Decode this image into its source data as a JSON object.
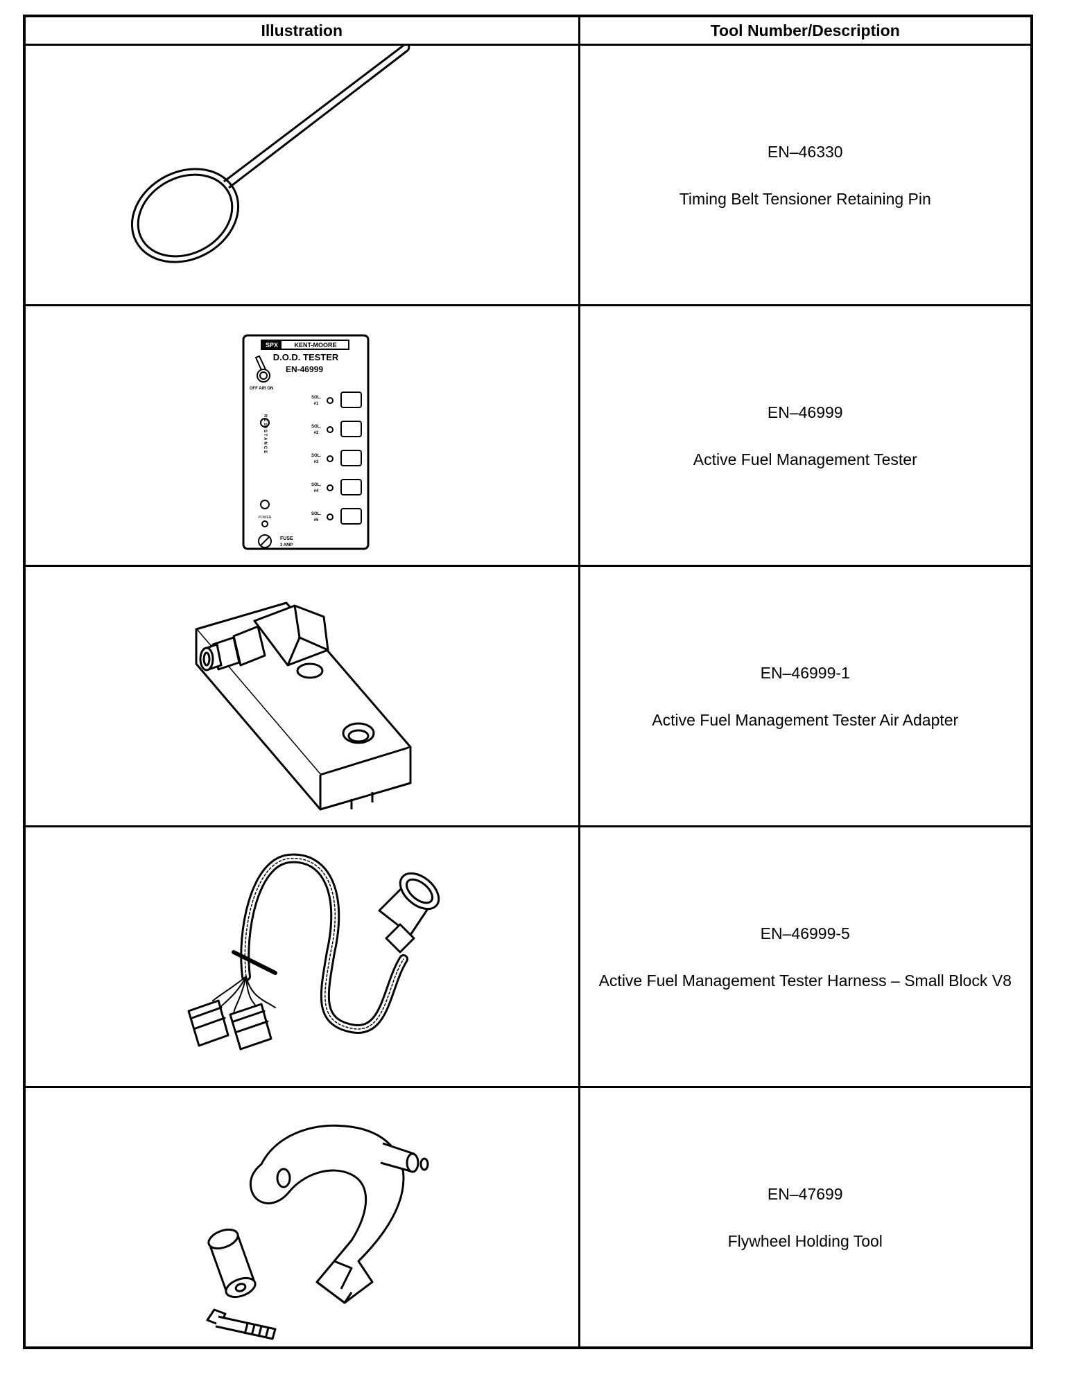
{
  "table": {
    "headers": {
      "illustration": "Illustration",
      "tool": "Tool Number/Description"
    },
    "rows": [
      {
        "number": "EN–46330",
        "description": "Timing Belt Tensioner Retaining Pin",
        "icon": "retaining-pin-illustration"
      },
      {
        "number": "EN–46999",
        "description": "Active Fuel Management Tester",
        "icon": "dod-tester-illustration",
        "panel": {
          "brand_left": "SPX",
          "brand_right": "KENT-MOORE",
          "title": "D.O.D. TESTER",
          "model": "EN-46999",
          "switch_labels": "OFF  AIR  ON",
          "resistance": "RESISTANCE",
          "power": "POWER",
          "fuse": "FUSE",
          "fuse_rating": "3 AMP",
          "sol_label": "SOL.",
          "sol_numbers": [
            "#1",
            "#2",
            "#3",
            "#4",
            "#5"
          ]
        }
      },
      {
        "number": "EN–46999-1",
        "description": "Active Fuel Management Tester Air Adapter",
        "icon": "air-adapter-illustration"
      },
      {
        "number": "EN–46999-5",
        "description": "Active Fuel Management Tester Harness – Small Block V8",
        "icon": "harness-illustration"
      },
      {
        "number": "EN–47699",
        "description": "Flywheel Holding Tool",
        "icon": "flywheel-holding-tool-illustration"
      }
    ]
  }
}
